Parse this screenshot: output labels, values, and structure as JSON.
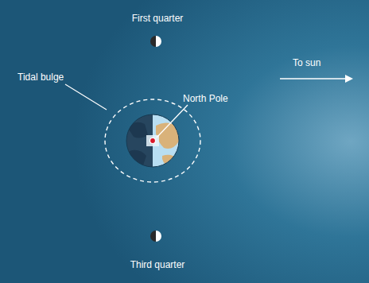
{
  "diagram": {
    "labels": [
      "First quarter",
      "Tidal bulge",
      "North Pole",
      "To sun",
      "Third quarter"
    ]
  }
}
